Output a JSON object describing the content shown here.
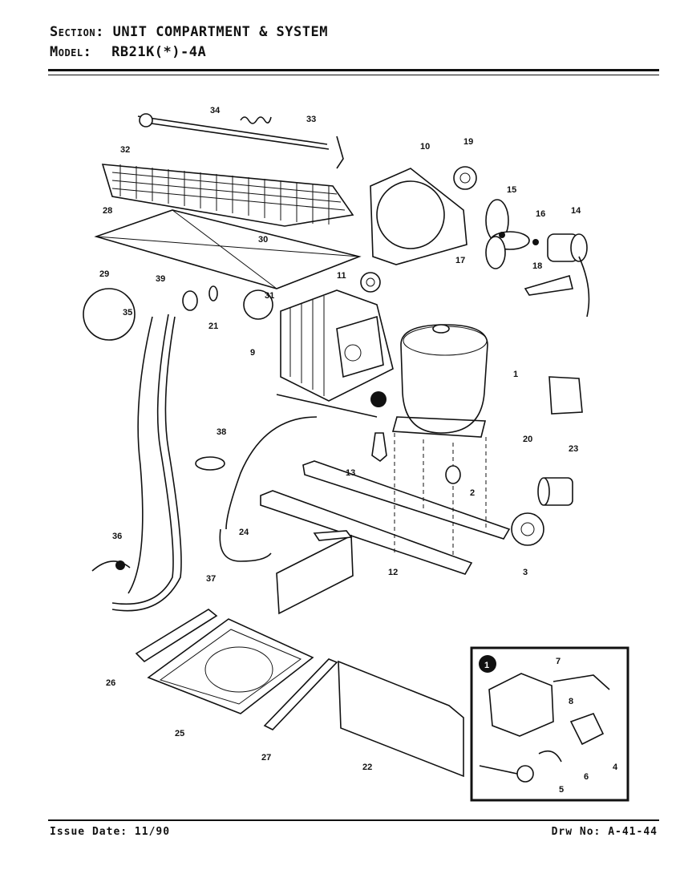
{
  "header": {
    "section_key": "Section:",
    "section_value": "UNIT COMPARTMENT & SYSTEM",
    "model_key": "Model:",
    "model_value": "RB21K(*)-4A"
  },
  "footer": {
    "issue": "Issue Date: 11/90",
    "drawing": "Drw No: A-41-44"
  },
  "callouts": [
    "1",
    "2",
    "3",
    "4",
    "5",
    "6",
    "7",
    "8",
    "9",
    "10",
    "11",
    "12",
    "13",
    "14",
    "15",
    "16",
    "17",
    "18",
    "19",
    "20",
    "21",
    "22",
    "23",
    "24",
    "25",
    "26",
    "27",
    "28",
    "29",
    "30",
    "31",
    "32",
    "33",
    "34",
    "35",
    "36",
    "37",
    "38",
    "39"
  ],
  "inset_marker": "1"
}
